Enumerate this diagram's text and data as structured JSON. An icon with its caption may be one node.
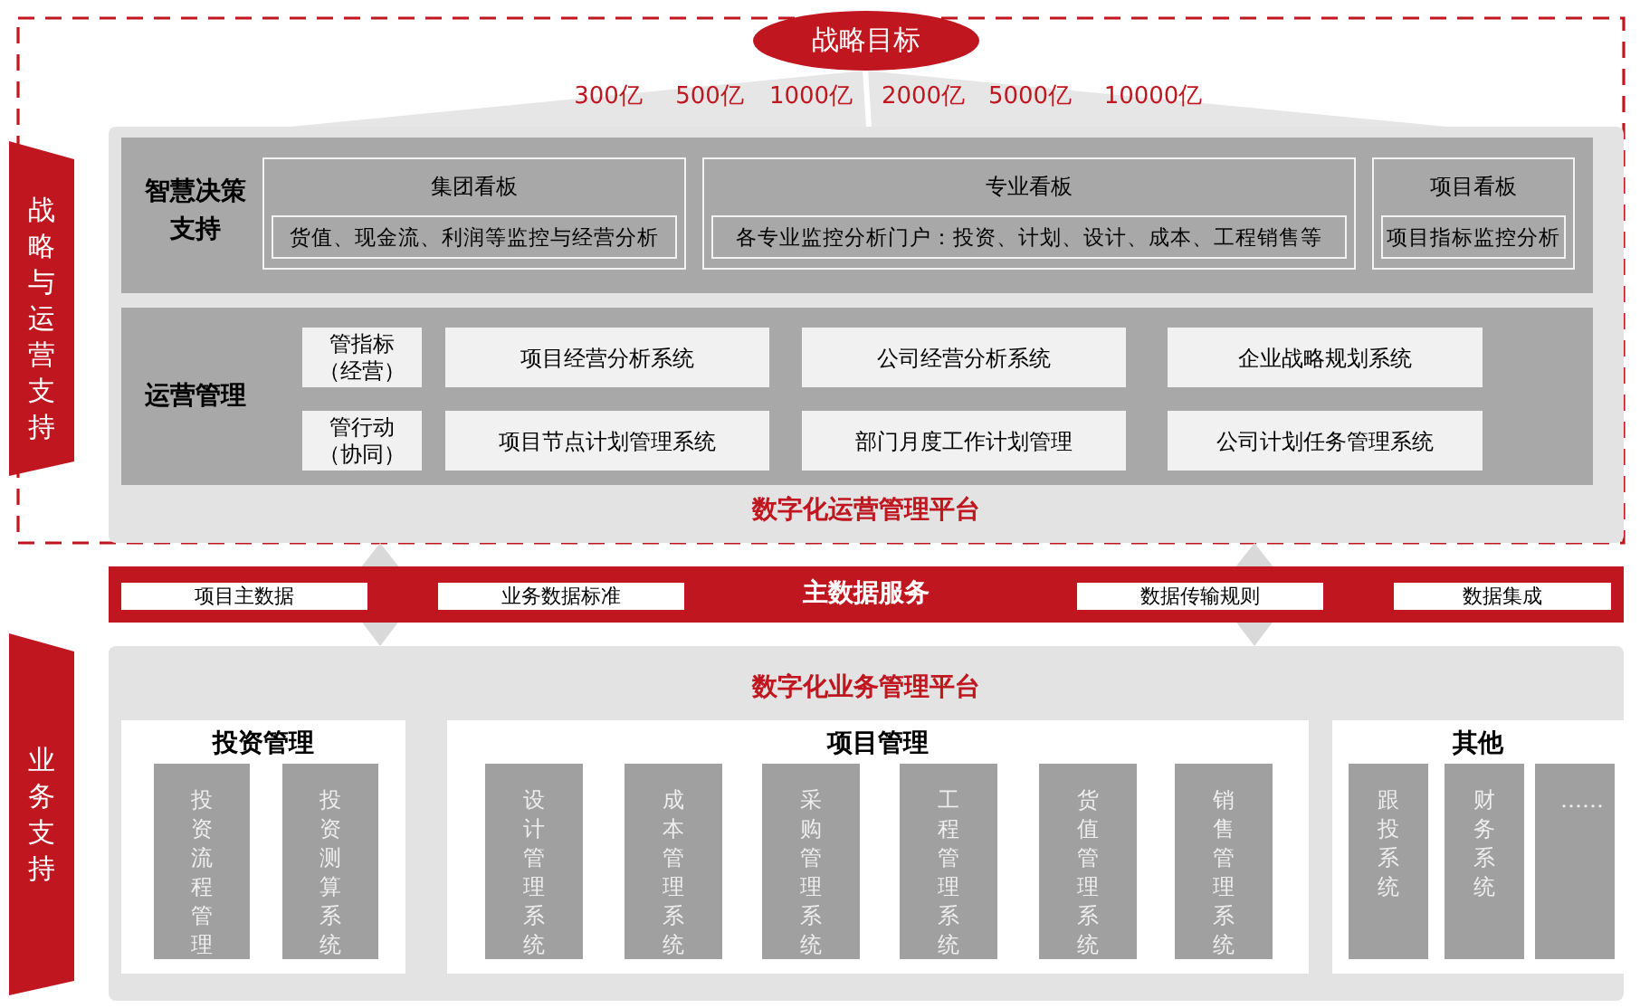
{
  "diagram": {
    "nodes": [
      {
        "text": [
          "战略目标"
        ]
      },
      {
        "text": [
          "战略与运营支持"
        ]
      },
      {
        "text": [
          "业务支持"
        ]
      },
      {
        "text": [
          "数字化运营管理平台"
        ]
      },
      {
        "text": [
          "智慧决策支持"
        ],
        "in": 3
      },
      {
        "text": [
          "集团看板",
          "货值、现金流、利润等监控与经营分析"
        ],
        "in": 4
      },
      {
        "text": [
          "专业看板",
          "各专业监控分析门户：投资、计划、设计、成本、工程销售等"
        ],
        "in": 4
      },
      {
        "text": [
          "项目看板",
          "项目指标监控分析"
        ],
        "in": 4
      },
      {
        "text": [
          "运营管理"
        ],
        "in": 3
      },
      {
        "text": [
          "管指标（经营）"
        ],
        "in": 8
      },
      {
        "text": [
          "项目经营分析系统"
        ],
        "in": 8
      },
      {
        "text": [
          "公司经营分析系统"
        ],
        "in": 8
      },
      {
        "text": [
          "企业战略规划系统"
        ],
        "in": 8
      },
      {
        "text": [
          "管行动（协同）"
        ],
        "in": 8
      },
      {
        "text": [
          "项目节点计划管理系统"
        ],
        "in": 8
      },
      {
        "text": [
          "部门月度工作计划管理"
        ],
        "in": 8
      },
      {
        "text": [
          "公司计划任务管理系统"
        ],
        "in": 8
      },
      {
        "text": [
          "主数据服务"
        ]
      },
      {
        "text": [
          "项目主数据"
        ],
        "in": 17
      },
      {
        "text": [
          "业务数据标准"
        ],
        "in": 17
      },
      {
        "text": [
          "数据传输规则"
        ],
        "in": 17
      },
      {
        "text": [
          "数据集成"
        ],
        "in": 17
      },
      {
        "text": [
          "数字化业务管理平台"
        ]
      },
      {
        "text": [
          "投资管理"
        ],
        "in": 22
      },
      {
        "text": [
          "投资流程管理"
        ],
        "in": 23
      },
      {
        "text": [
          "投资测算系统"
        ],
        "in": 23
      },
      {
        "text": [
          "项目管理"
        ],
        "in": 22
      },
      {
        "text": [
          "设计管理系统"
        ],
        "in": 26
      },
      {
        "text": [
          "成本管理系统"
        ],
        "in": 26
      },
      {
        "text": [
          "采购管理系统"
        ],
        "in": 26
      },
      {
        "text": [
          "工程管理系统"
        ],
        "in": 26
      },
      {
        "text": [
          "货值管理系统"
        ],
        "in": 26
      },
      {
        "text": [
          "销售管理系统"
        ],
        "in": 26
      },
      {
        "text": [
          "其他"
        ],
        "in": 22
      },
      {
        "text": [
          "跟投系统"
        ],
        "in": 33
      },
      {
        "text": [
          "财务系统"
        ],
        "in": 33
      },
      {
        "text": [
          "……"
        ],
        "in": 33
      }
    ],
    "labels": [
      "300亿",
      "500亿",
      "1000亿",
      "2000亿",
      "5000亿",
      "10000亿"
    ]
  }
}
